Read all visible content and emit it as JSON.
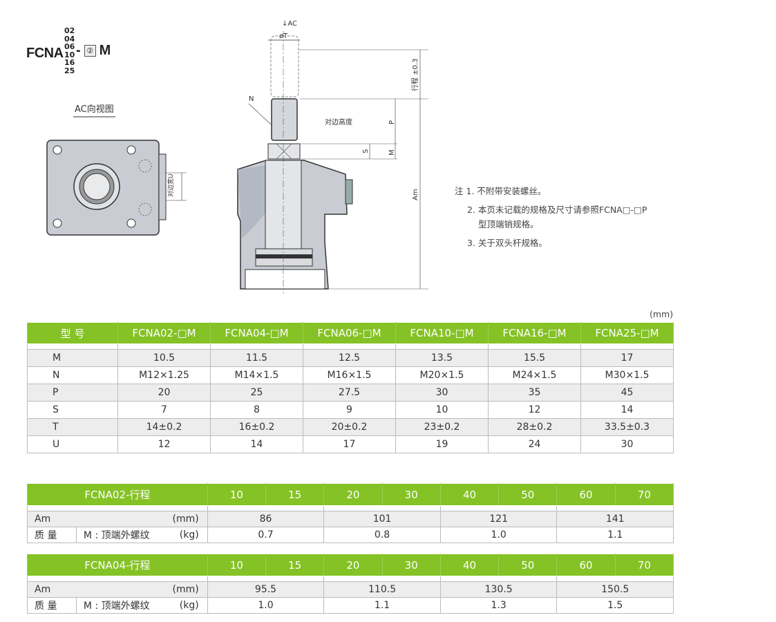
{
  "model_code": {
    "prefix": "FCNA",
    "sizes": [
      "02",
      "04",
      "06",
      "10",
      "16",
      "25"
    ],
    "dash": "-",
    "option": "②",
    "suffix": "M"
  },
  "view_label": "AC向视图",
  "drawing_labels": {
    "ac": "↓AC",
    "phiT": "øT",
    "stroke": "行程 ±0.3",
    "N": "N",
    "flat": "对边高度",
    "P": "P",
    "S": "S",
    "M": "M",
    "Am": "Am",
    "U": "对边宽U"
  },
  "notes": {
    "prefix": "注",
    "items": [
      "1. 不附带安装螺丝。",
      "2. 本页未记载的规格及尺寸请参照FCNA□-□P",
      "型顶端销规格。",
      "3. 关于双头杆规格。"
    ]
  },
  "unit_label": "(mm)",
  "spec_table": {
    "headers": [
      "型 号",
      "FCNA02-□M",
      "FCNA04-□M",
      "FCNA06-□M",
      "FCNA10-□M",
      "FCNA16-□M",
      "FCNA25-□M"
    ],
    "rows": [
      [
        "M",
        "10.5",
        "11.5",
        "12.5",
        "13.5",
        "15.5",
        "17"
      ],
      [
        "N",
        "M12×1.25",
        "M14×1.5",
        "M16×1.5",
        "M20×1.5",
        "M24×1.5",
        "M30×1.5"
      ],
      [
        "P",
        "20",
        "25",
        "27.5",
        "30",
        "35",
        "45"
      ],
      [
        "S",
        "7",
        "8",
        "9",
        "10",
        "12",
        "14"
      ],
      [
        "T",
        "14±0.2",
        "16±0.2",
        "20±0.2",
        "23±0.2",
        "28±0.2",
        "33.5±0.3"
      ],
      [
        "U",
        "12",
        "14",
        "17",
        "19",
        "24",
        "30"
      ]
    ]
  },
  "stroke_tables": [
    {
      "title": "FCNA02-行程",
      "strokes": [
        "10",
        "15",
        "20",
        "30",
        "40",
        "50",
        "60",
        "70"
      ],
      "am_label": "Am",
      "am_unit": "(mm)",
      "am": [
        "86",
        "101",
        "121",
        "141"
      ],
      "mass_label": "质 量",
      "mass_sub": "M : 顶端外螺纹",
      "mass_unit": "(kg)",
      "mass": [
        "0.7",
        "0.8",
        "1.0",
        "1.1"
      ]
    },
    {
      "title": "FCNA04-行程",
      "strokes": [
        "10",
        "15",
        "20",
        "30",
        "40",
        "50",
        "60",
        "70"
      ],
      "am_label": "Am",
      "am_unit": "(mm)",
      "am": [
        "95.5",
        "110.5",
        "130.5",
        "150.5"
      ],
      "mass_label": "质 量",
      "mass_sub": "M : 顶端外螺纹",
      "mass_unit": "(kg)",
      "mass": [
        "1.0",
        "1.1",
        "1.3",
        "1.5"
      ]
    }
  ]
}
